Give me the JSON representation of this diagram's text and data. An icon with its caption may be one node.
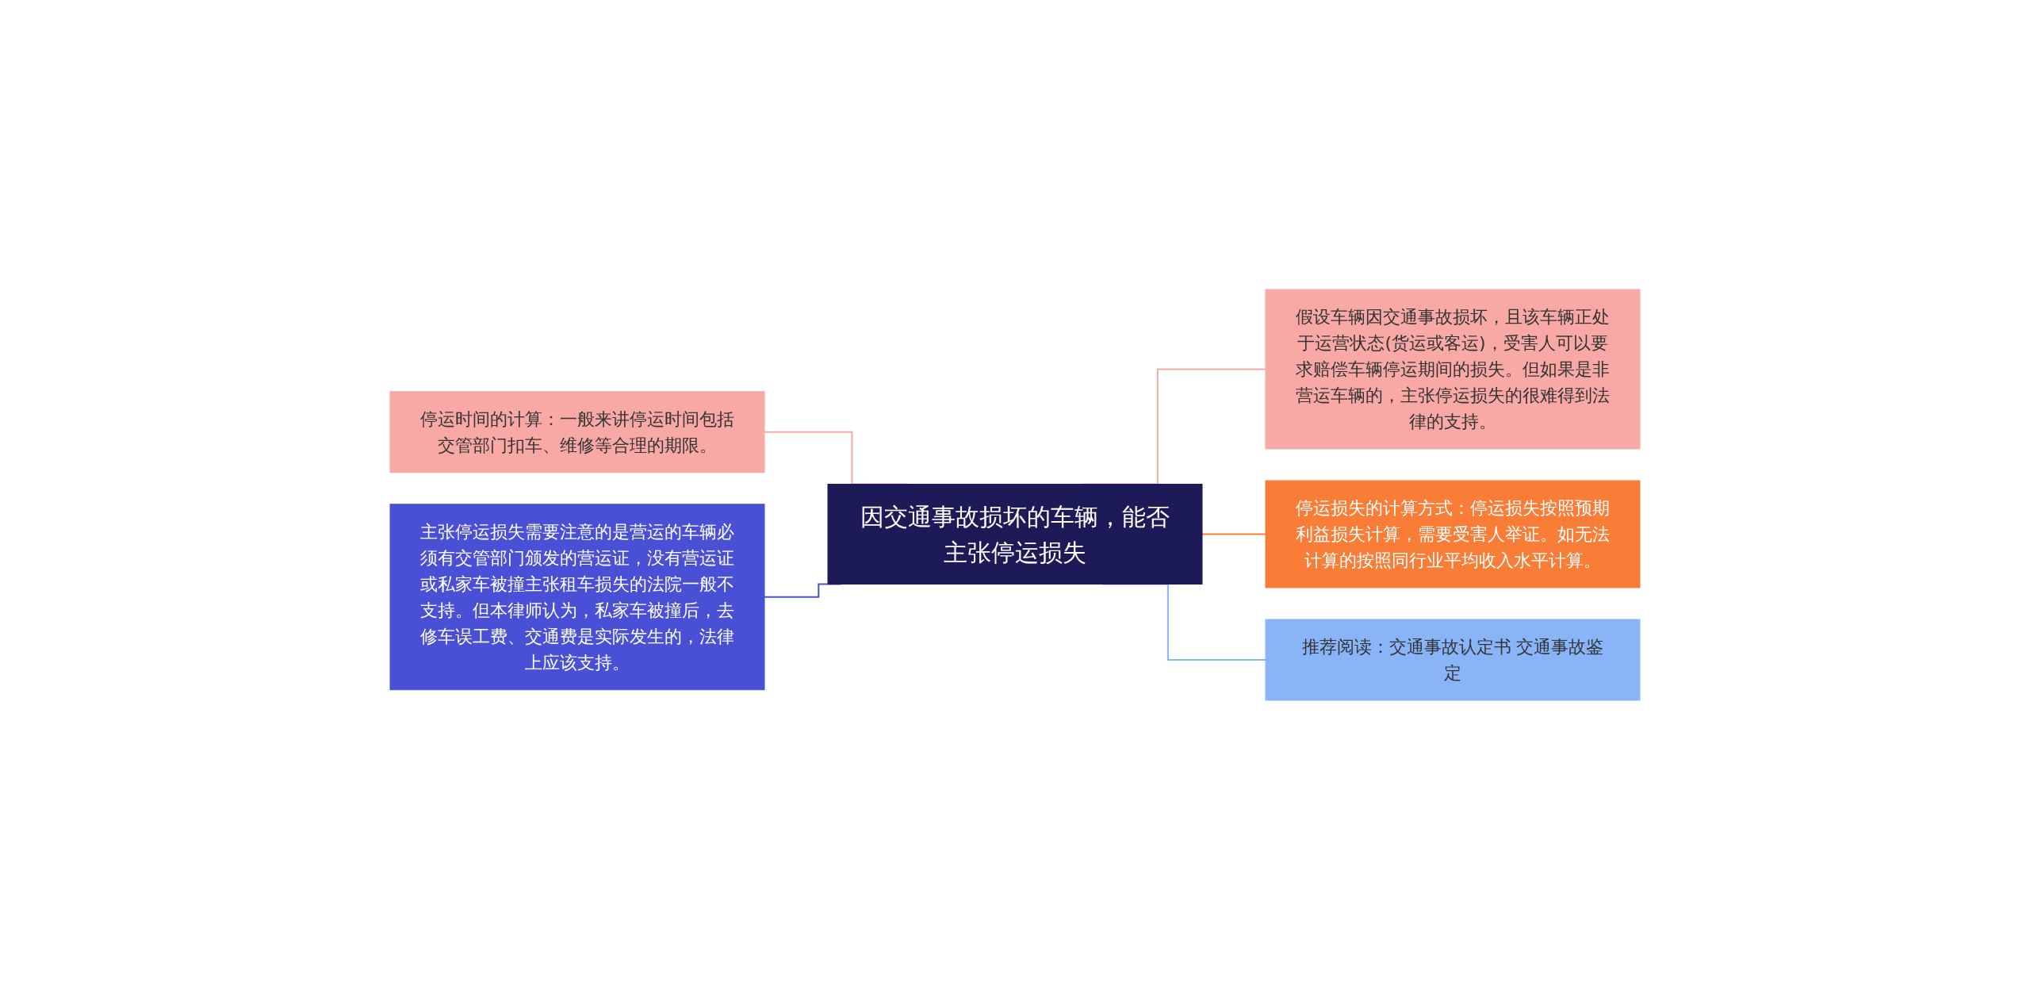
{
  "diagram": {
    "nodes": [
      {
        "text": [
          "因交通事故损坏的车辆，能否主张停运损失"
        ]
      },
      {
        "text": [
          "停运时间的计算：一般来讲停运时间包括交管部门扣车、维修等合理的期限。"
        ]
      },
      {
        "text": [
          "主张停运损失需要注意的是营运的车辆必须有交管部门颁发的营运证，没有营运证或私家车被撞主张租车损失的法院一般不支持。但本律师认为，私家车被撞后，去修车误工费、交通费是实际发生的，法律上应该支持。"
        ]
      },
      {
        "text": [
          "假设车辆因交通事故损坏，且该车辆正处于运营状态(货运或客运)，受害人可以要求赔偿车辆停运期间的损失。但如果是非营运车辆的，主张停运损失的很难得到法律的支持。"
        ]
      },
      {
        "text": [
          "停运损失的计算方式：停运损失按照预期利益损失计算，需要受害人举证。如无法计算的按照同行业平均收入水平计算。"
        ]
      },
      {
        "text": [
          "推荐阅读：交通事故认定书 交通事故鉴定"
        ]
      }
    ],
    "edges": [
      {
        "from": 0,
        "to": 1,
        "arrow": "none",
        "color": "#f4a9a6"
      },
      {
        "from": 0,
        "to": 2,
        "arrow": "none",
        "color": "#4a50d6"
      },
      {
        "from": 0,
        "to": 3,
        "arrow": "none",
        "color": "#f4a9a6"
      },
      {
        "from": 0,
        "to": 4,
        "arrow": "none",
        "color": "#f97d36"
      },
      {
        "from": 0,
        "to": 5,
        "arrow": "none",
        "color": "#8ab4f8"
      }
    ]
  }
}
